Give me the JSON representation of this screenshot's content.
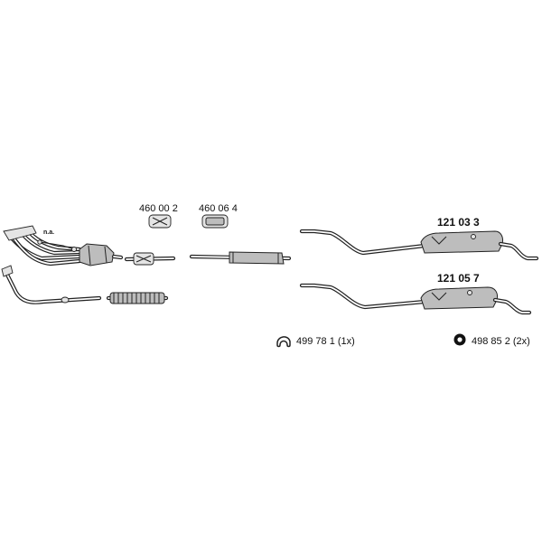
{
  "parts": {
    "manifold_note": "n.a.",
    "clamp_1": "460 00 2",
    "clamp_2": "460 06 4",
    "rear_silencer_1": "121 03 3",
    "rear_silencer_2": "121 05 7",
    "mounting_clamp": "499 78 1 (1x)",
    "rubber_ring": "498 85 2 (2x)"
  },
  "colors": {
    "outline": "#222222",
    "body_fill": "#bdbdbd",
    "background": "#ffffff"
  }
}
